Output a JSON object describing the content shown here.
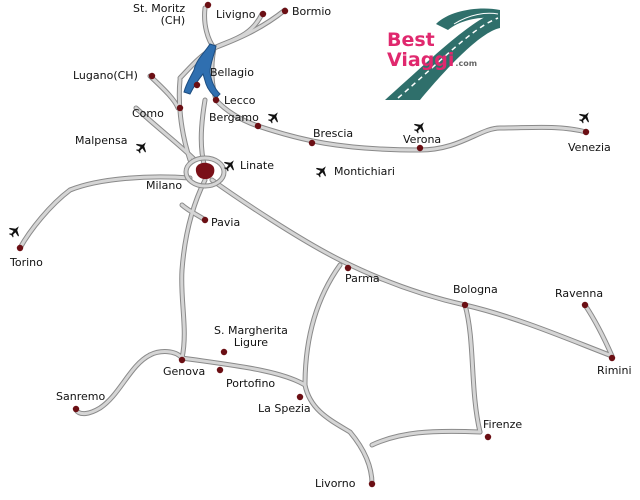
{
  "logo": {
    "line1": "Best",
    "line2": "Viaggi",
    "line3": ".com",
    "colors": {
      "text": "#e0286e",
      "road": "#2f6f6b",
      "dot": "#666666"
    }
  },
  "colors": {
    "road": "#d5d5d5",
    "road_outline": "#8a8a8a",
    "city_dot": "#6b0f14",
    "lake": "#2f6fb0",
    "milan": "#7a1018"
  },
  "cities": [
    {
      "id": "st-moritz",
      "name": "St. Moritz\n(CH)"
    },
    {
      "id": "livigno",
      "name": "Livigno"
    },
    {
      "id": "bormio",
      "name": "Bormio"
    },
    {
      "id": "lugano",
      "name": "Lugano(CH)"
    },
    {
      "id": "bellagio",
      "name": "Bellagio"
    },
    {
      "id": "como",
      "name": "Como"
    },
    {
      "id": "lecco",
      "name": "Lecco"
    },
    {
      "id": "bergamo",
      "name": "Bergamo"
    },
    {
      "id": "malpensa",
      "name": "Malpensa"
    },
    {
      "id": "brescia",
      "name": "Brescia"
    },
    {
      "id": "verona",
      "name": "Verona"
    },
    {
      "id": "venezia",
      "name": "Venezia"
    },
    {
      "id": "linate",
      "name": "Linate"
    },
    {
      "id": "montichiari",
      "name": "Montichiari"
    },
    {
      "id": "milano",
      "name": "Milano"
    },
    {
      "id": "torino",
      "name": "Torino"
    },
    {
      "id": "pavia",
      "name": "Pavia"
    },
    {
      "id": "parma",
      "name": "Parma"
    },
    {
      "id": "bologna",
      "name": "Bologna"
    },
    {
      "id": "ravenna",
      "name": "Ravenna"
    },
    {
      "id": "rimini",
      "name": "Rimini"
    },
    {
      "id": "s-margherita",
      "name": "S. Margherita\nLigure"
    },
    {
      "id": "genova",
      "name": "Genova"
    },
    {
      "id": "portofino",
      "name": "Portofino"
    },
    {
      "id": "sanremo",
      "name": "Sanremo"
    },
    {
      "id": "la-spezia",
      "name": "La Spezia"
    },
    {
      "id": "firenze",
      "name": "Firenze"
    },
    {
      "id": "livorno",
      "name": "Livorno"
    }
  ],
  "airports": [
    "airplane-icon",
    "airplane-icon",
    "airplane-icon",
    "airplane-icon",
    "airplane-icon",
    "airplane-icon",
    "airplane-icon"
  ]
}
